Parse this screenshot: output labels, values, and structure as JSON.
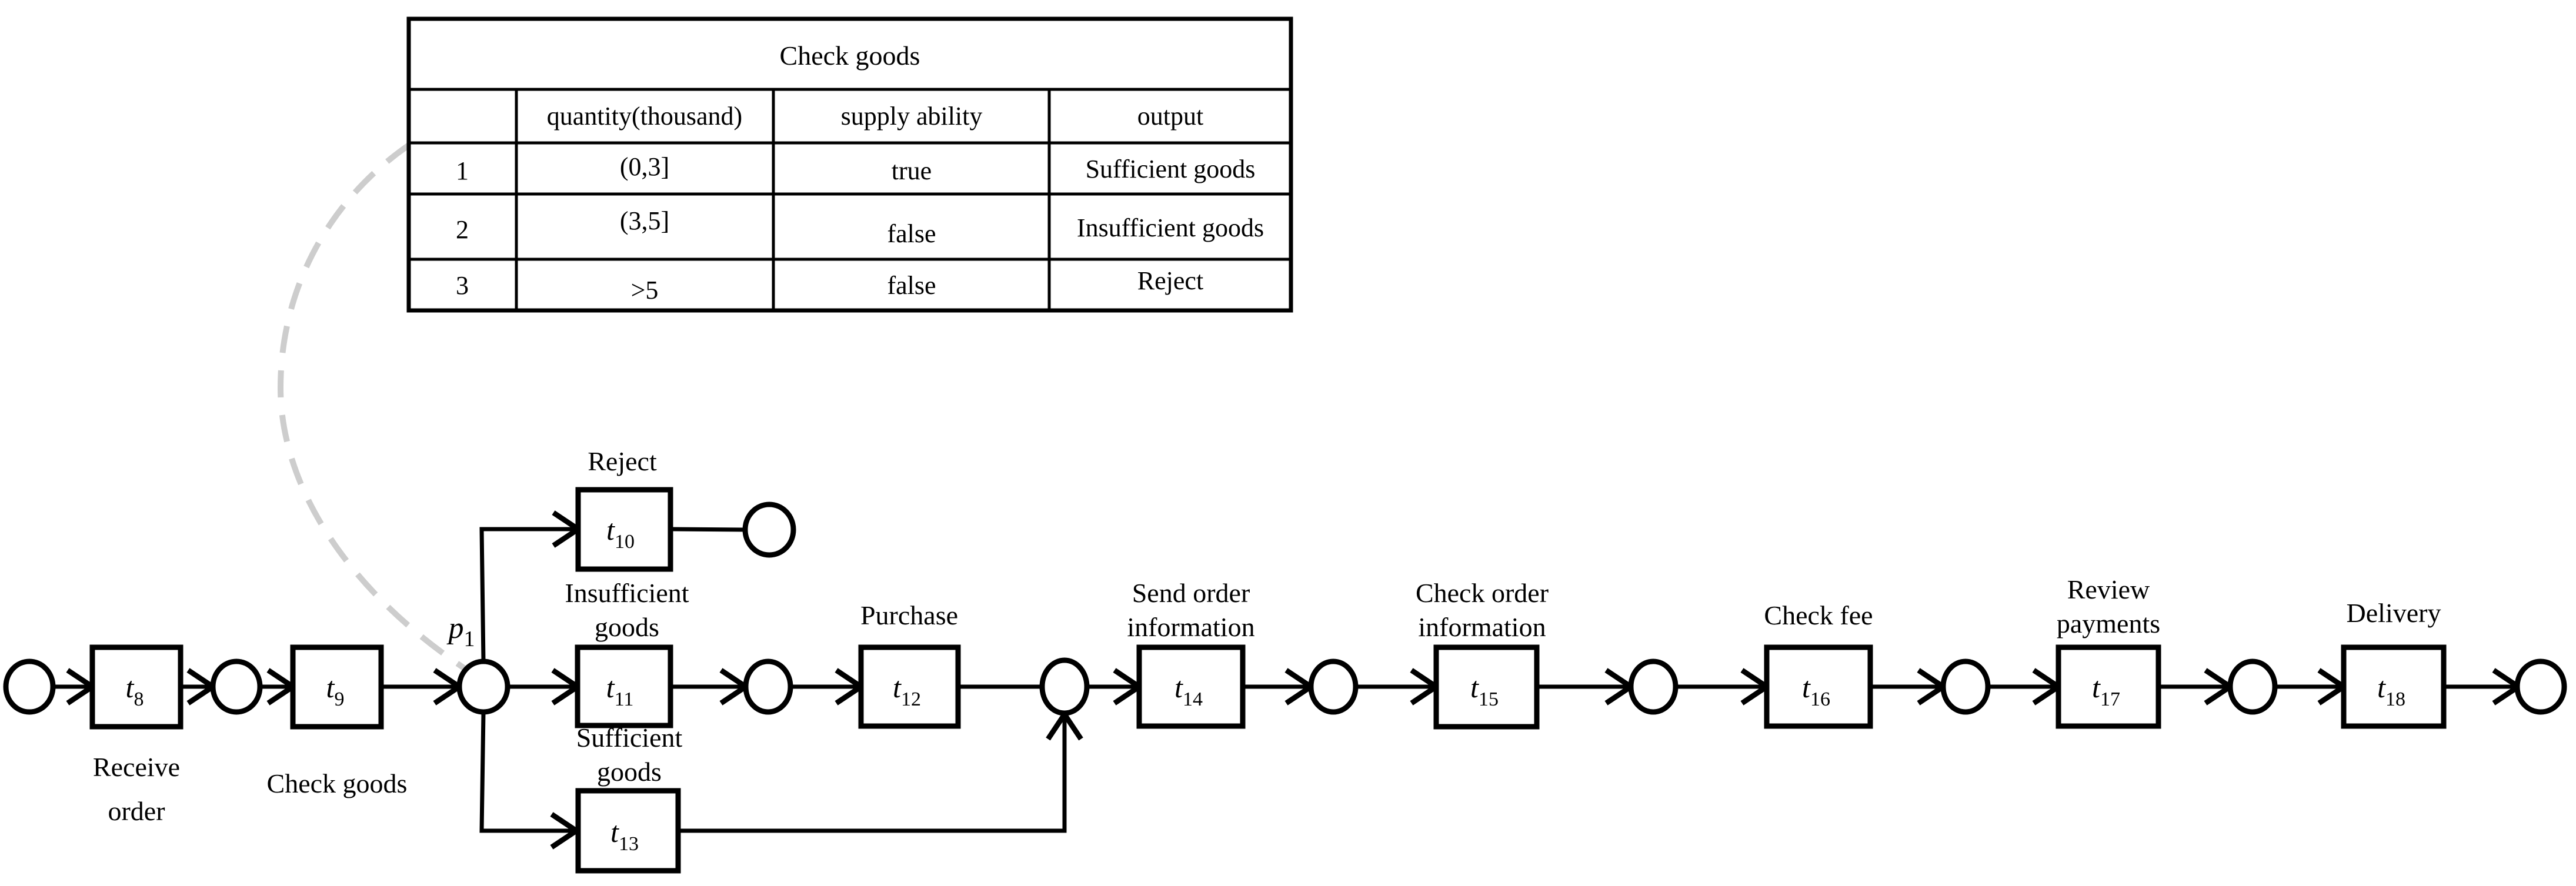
{
  "colors": {
    "ink": "#000000",
    "dashed_link": "#cdcdcd",
    "background": "#ffffff"
  },
  "decision_table": {
    "title": "Check goods",
    "col_headers": [
      "quantity(thousand)",
      "supply ability",
      "output"
    ],
    "rows": [
      {
        "num": "1",
        "quantity": "(0,3]",
        "supply": "true",
        "output": "Sufficient goods"
      },
      {
        "num": "2",
        "quantity": "(3,5]",
        "supply": "false",
        "output": "Insufficient goods"
      },
      {
        "num": "3",
        "quantity": ">5",
        "supply": "false",
        "output": "Reject"
      }
    ]
  },
  "petri_net": {
    "place_label": {
      "base": "p",
      "sub": "1"
    },
    "transitions": {
      "t8": {
        "base": "t",
        "sub": "8",
        "label_lines": [
          "Receive",
          "order"
        ]
      },
      "t9": {
        "base": "t",
        "sub": "9",
        "label_lines": [
          "Check goods"
        ]
      },
      "t10": {
        "base": "t",
        "sub": "10",
        "label_lines": [
          "Reject"
        ]
      },
      "t11": {
        "base": "t",
        "sub": "11",
        "label_lines": [
          "Insufficient",
          "goods"
        ]
      },
      "t12": {
        "base": "t",
        "sub": "12",
        "label_lines": [
          "Purchase"
        ]
      },
      "t13": {
        "base": "t",
        "sub": "13",
        "label_lines": [
          "Sufficient",
          "goods"
        ]
      },
      "t14": {
        "base": "t",
        "sub": "14",
        "label_lines": [
          "Send order",
          "information"
        ]
      },
      "t15": {
        "base": "t",
        "sub": "15",
        "label_lines": [
          "Check order",
          "information"
        ]
      },
      "t16": {
        "base": "t",
        "sub": "16",
        "label_lines": [
          "Check fee"
        ]
      },
      "t17": {
        "base": "t",
        "sub": "17",
        "label_lines": [
          "Review",
          "payments"
        ]
      },
      "t18": {
        "base": "t",
        "sub": "18",
        "label_lines": [
          "Delivery"
        ]
      }
    }
  }
}
